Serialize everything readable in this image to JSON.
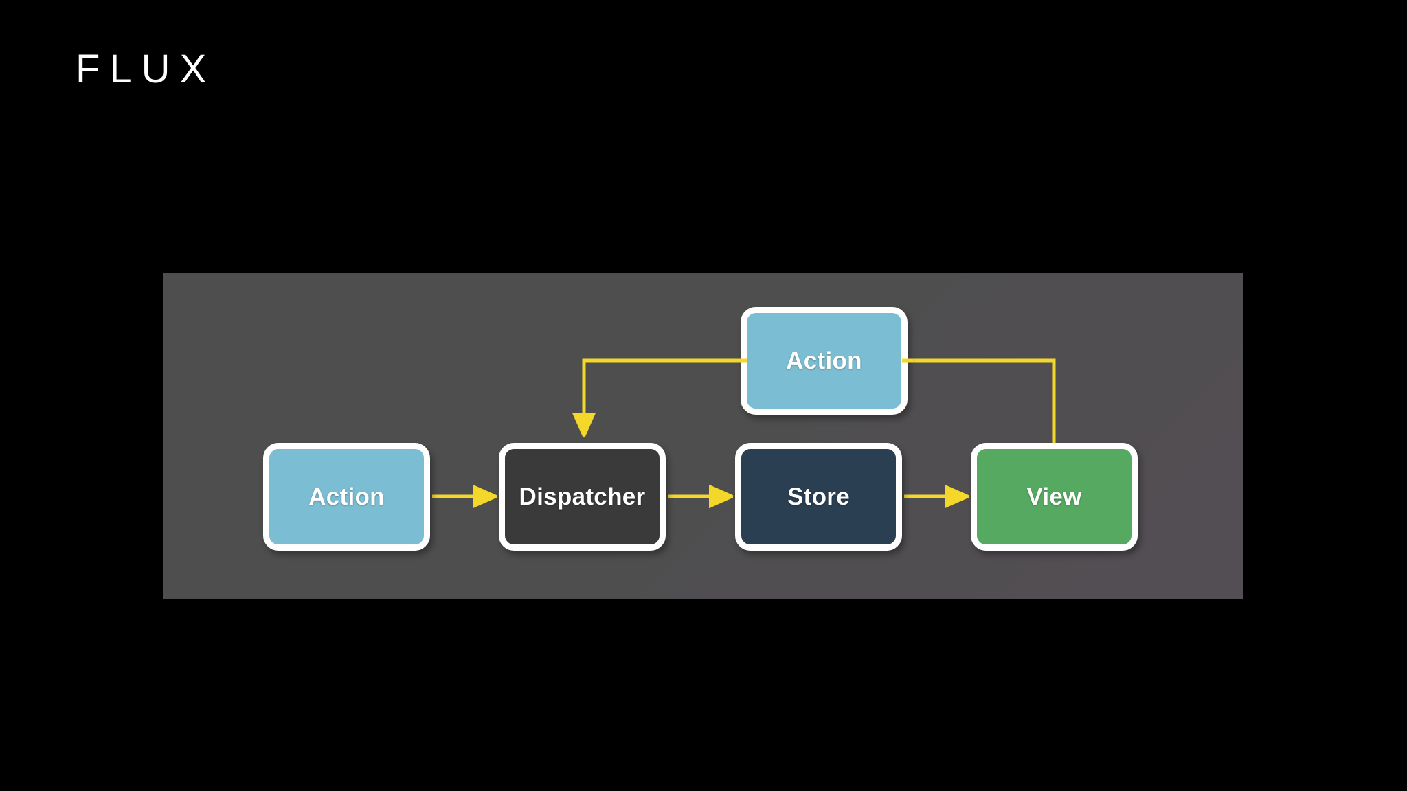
{
  "slide": {
    "title": "FLUX",
    "background_color": "#000000"
  },
  "panel": {
    "background_color": "#4e4e4e",
    "background_color_end": "#534e54"
  },
  "theme": {
    "arrow_color": "#F3D82B",
    "node_border_color": "#FFFFFF",
    "node_text_color": "#FFFFFF",
    "action_fill": "#7BBDD2",
    "dispatcher_fill": "#3A3A3A",
    "store_fill": "#2B3F52",
    "view_fill": "#55A961"
  },
  "diagram": {
    "type": "flowchart",
    "name": "flux-unidirectional-data-flow",
    "nodes": [
      {
        "id": "action-left",
        "label": "Action",
        "fill": "#7BBDD2",
        "row": "bottom",
        "order": 1
      },
      {
        "id": "dispatcher",
        "label": "Dispatcher",
        "fill": "#3A3A3A",
        "row": "bottom",
        "order": 2
      },
      {
        "id": "store",
        "label": "Store",
        "fill": "#2B3F52",
        "row": "bottom",
        "order": 3
      },
      {
        "id": "view",
        "label": "View",
        "fill": "#55A961",
        "row": "bottom",
        "order": 4
      },
      {
        "id": "action-top",
        "label": "Action",
        "fill": "#7BBDD2",
        "row": "top",
        "order": 1
      }
    ],
    "edges": [
      {
        "from": "action-left",
        "to": "dispatcher",
        "style": "straight",
        "arrowhead": true
      },
      {
        "from": "dispatcher",
        "to": "store",
        "style": "straight",
        "arrowhead": true
      },
      {
        "from": "store",
        "to": "view",
        "style": "straight",
        "arrowhead": true
      },
      {
        "from": "action-top",
        "to": "dispatcher",
        "style": "elbow-left-down",
        "arrowhead": true
      },
      {
        "from": "view",
        "to": "action-top",
        "style": "elbow-up-left",
        "arrowhead": false
      }
    ]
  }
}
